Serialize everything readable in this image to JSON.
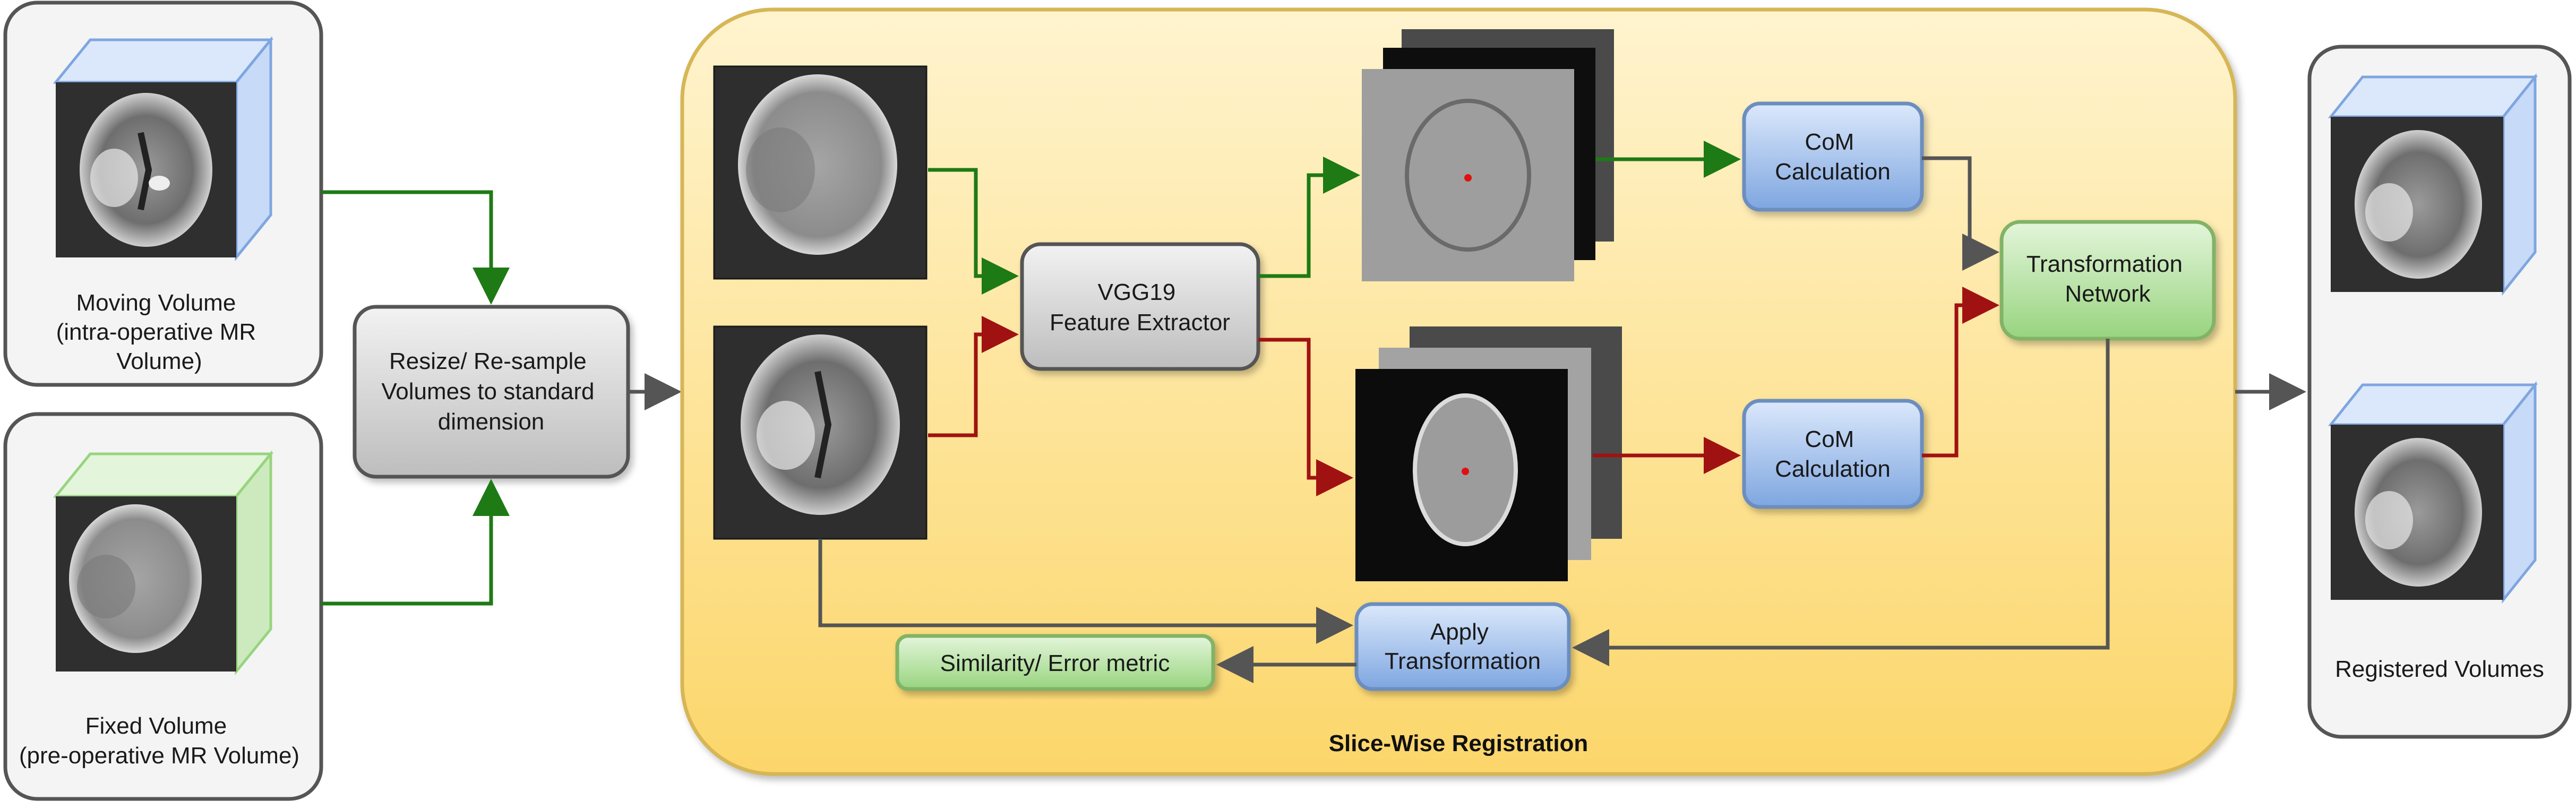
{
  "colors": {
    "green_arrow": "#1e7a14",
    "red_arrow": "#a01212",
    "gray_arrow": "#555555",
    "gray_box": "#d9d9d9",
    "blue_box": "#8fb3e6",
    "green_box": "#b4e0a3",
    "panel": "#f4f4f4",
    "yellow_panel": "#fde9a6"
  },
  "moving_volume": {
    "lines": [
      "Moving Volume",
      "(intra-operative MR",
      "Volume)"
    ]
  },
  "fixed_volume": {
    "lines": [
      "Fixed Volume",
      "(pre-operative MR Volume)"
    ]
  },
  "resize": {
    "lines": [
      "Resize/ Re-sample",
      "Volumes to standard",
      "dimension"
    ]
  },
  "vgg": {
    "lines": [
      "VGG19",
      "Feature Extractor"
    ]
  },
  "com_top": {
    "lines": [
      "CoM",
      "Calculation"
    ]
  },
  "com_bottom": {
    "lines": [
      "CoM",
      "Calculation"
    ]
  },
  "transformation_network": {
    "lines": [
      "Transformation",
      "Network"
    ]
  },
  "apply_transformation": {
    "lines": [
      "Apply",
      "Transformation"
    ]
  },
  "similarity": {
    "label": "Similarity/ Error metric"
  },
  "slice_wise": {
    "label": "Slice-Wise Registration"
  },
  "registered": {
    "label": "Registered Volumes"
  }
}
